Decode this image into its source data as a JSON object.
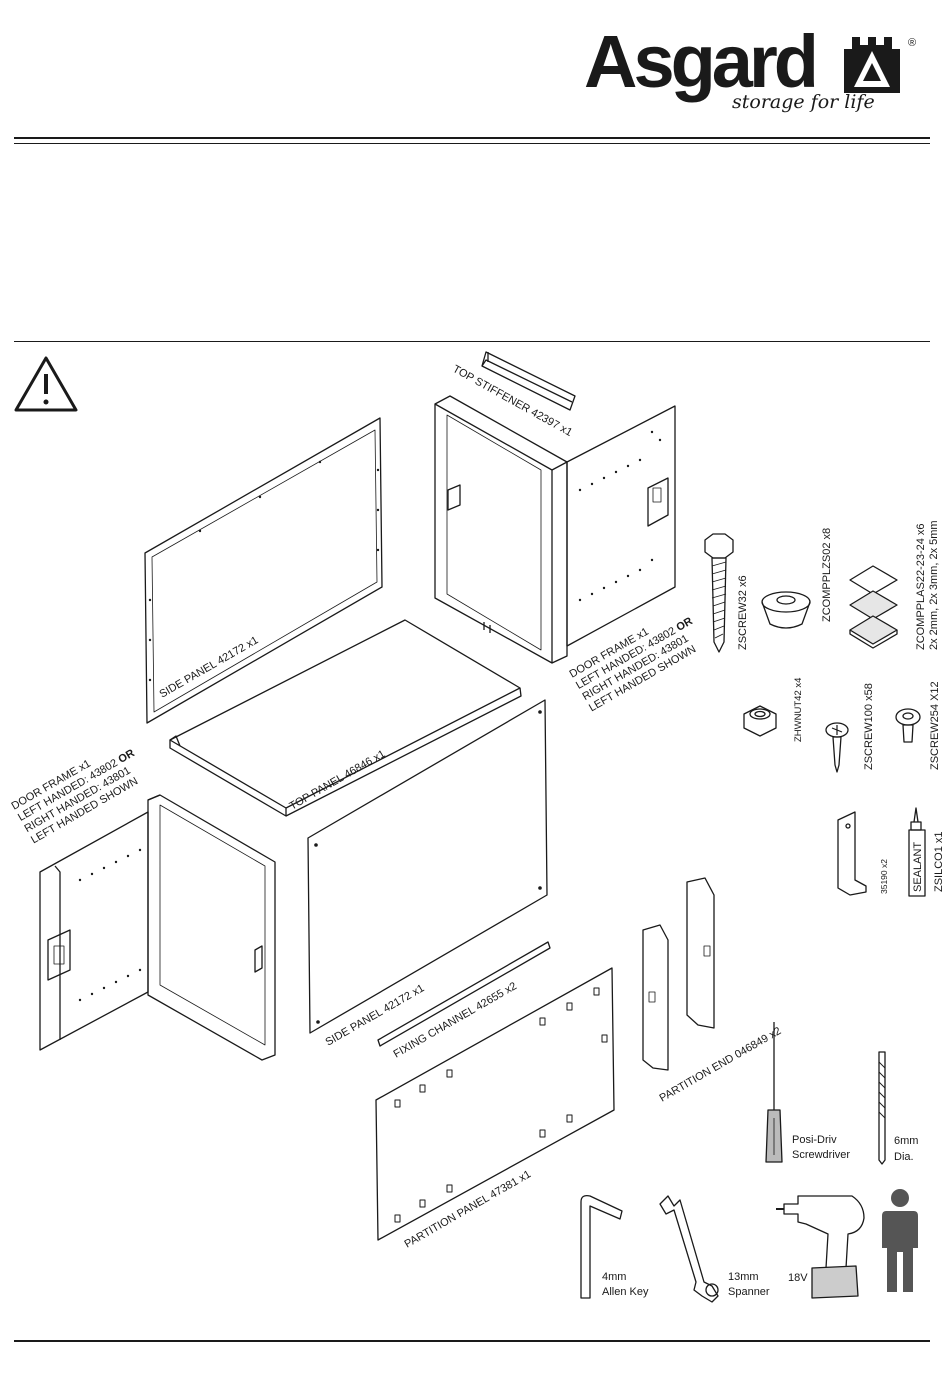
{
  "brand": {
    "name": "Asgard",
    "tagline": "storage for life",
    "registered": "®"
  },
  "icons": {
    "warning": "warning-triangle-icon",
    "person": "person-silhouette-icon"
  },
  "parts": {
    "top_stiffener": "TOP STIFFENER 42397 x1",
    "side_panel_back": "SIDE PANEL 42172 x1",
    "side_panel_front": "SIDE PANEL 42172 x1",
    "top_panel": "TOP PANEL 46846 x1",
    "fixing_channel": "FIXING CHANNEL 42655 x2",
    "partition_end": "PARTITION END 046849 x2",
    "partition_panel": "PARTITION PANEL 47381 x1",
    "door_frame_right": {
      "line1": "DOOR FRAME x1",
      "line2a": "LEFT HANDED: 43802 ",
      "line2b": "OR",
      "line3": "RIGHT HANDED: 43801",
      "line4": "LEFT HANDED SHOWN"
    },
    "door_frame_left": {
      "line1": "DOOR FRAME x1",
      "line2a": "LEFT HANDED: 43802 ",
      "line2b": "OR",
      "line3": "RIGHT HANDED: 43801",
      "line4": "LEFT HANDED SHOWN"
    }
  },
  "hardware": {
    "zscrew32": "ZSCREW32  x6",
    "zcompplzs02": "ZCOMPPLZS02  x8",
    "zcompplas_line1": "ZCOMPPLAS22-23-24  x6",
    "zcompplas_line2": "2x  2mm, 2x 3mm, 2x 5mm",
    "zhwnut42": "ZHWNUT42  x4",
    "zscrew100": "ZSCREW100  x58",
    "zscrew254": "ZSCREW254 X12",
    "bracket": "35190  x2",
    "sealant_word": "SEALANT",
    "sealant_code": "ZSILCO1  x1"
  },
  "tools": {
    "screwdriver_line1": "Posi-Driv",
    "screwdriver_line2": "Screwdriver",
    "drill_bit_line1": "6mm",
    "drill_bit_line2": "Dia.",
    "allen_key_line1": "4mm",
    "allen_key_line2": "Allen Key",
    "spanner_line1": "13mm",
    "spanner_line2": "Spanner",
    "drill_voltage": "18V"
  }
}
